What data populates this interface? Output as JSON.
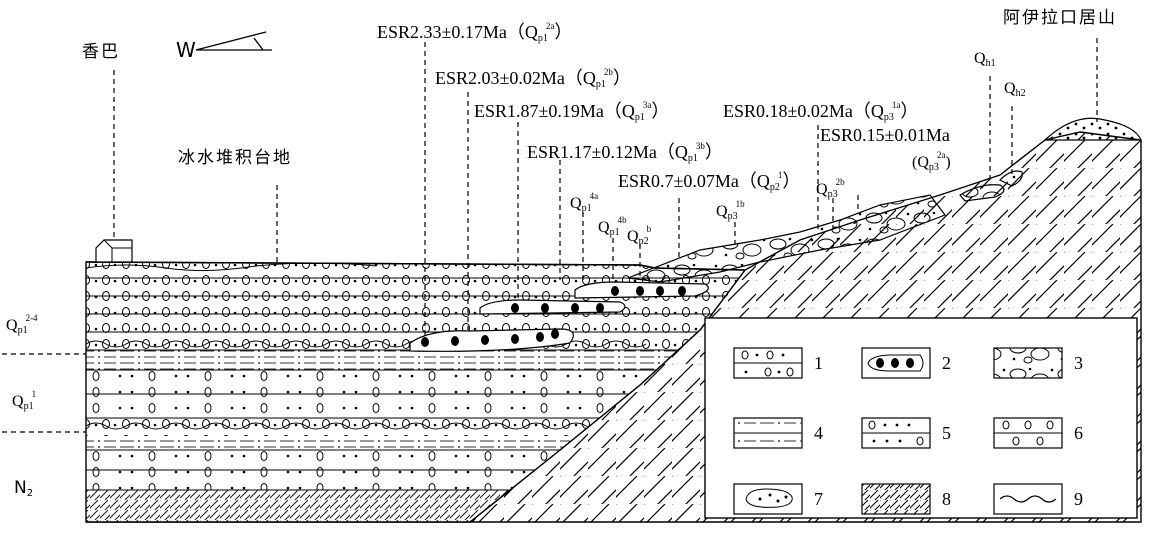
{
  "place_labels": {
    "xiangba": "香巴",
    "ayilakou": "阿伊拉口居山",
    "terrace": "冰水堆积台地"
  },
  "direction": {
    "label": "W"
  },
  "esr_ages": [
    {
      "text": "ESR2.33±0.17Ma（Q",
      "sub": "p1",
      "sup": "2a",
      "close": "）"
    },
    {
      "text": "ESR2.03±0.02Ma（Q",
      "sub": "p1",
      "sup": "2b",
      "close": "）"
    },
    {
      "text": "ESR1.87±0.19Ma（Q",
      "sub": "p1",
      "sup": "3a",
      "close": "）"
    },
    {
      "text": "ESR0.18±0.02Ma（Q",
      "sub": "p3",
      "sup": "1a",
      "close": "）"
    },
    {
      "text": "ESR1.17±0.12Ma（Q",
      "sub": "p1",
      "sup": "3b",
      "close": "）"
    },
    {
      "text": "ESR0.15±0.01Ma",
      "sub": "",
      "sup": "",
      "close": ""
    },
    {
      "text": "ESR0.7±0.07Ma（Q",
      "sub": "p2",
      "sup": "1",
      "close": "）"
    }
  ],
  "q_labels": [
    {
      "base": "Q",
      "sub": "p1",
      "sup": "4a"
    },
    {
      "base": "Q",
      "sub": "p1",
      "sup": "4b"
    },
    {
      "base": "Q",
      "sub": "p2",
      "sup": "b"
    },
    {
      "base": "Q",
      "sub": "p3",
      "sup": "1b"
    },
    {
      "base": "Q",
      "sub": "p3",
      "sup": "2b"
    },
    {
      "base": "(Q",
      "sub": "p3",
      "sup": "2a",
      "close": ")"
    },
    {
      "base": "Q",
      "sub": "h1",
      "sup": ""
    },
    {
      "base": "Q",
      "sub": "h2",
      "sup": ""
    }
  ],
  "strata_labels": [
    {
      "base": "Q",
      "sub": "p1",
      "sup": "2-4"
    },
    {
      "base": "Q",
      "sub": "p1",
      "sup": "1"
    },
    {
      "base": "N",
      "sub": "2",
      "sup": ""
    }
  ],
  "legend": [
    {
      "num": "1",
      "pattern": "gravel-dots"
    },
    {
      "num": "2",
      "pattern": "black-lens"
    },
    {
      "num": "3",
      "pattern": "boulders"
    },
    {
      "num": "4",
      "pattern": "dash-dot-lines"
    },
    {
      "num": "5",
      "pattern": "sand-gravel"
    },
    {
      "num": "6",
      "pattern": "pebbles"
    },
    {
      "num": "7",
      "pattern": "lens"
    },
    {
      "num": "8",
      "pattern": "bedrock-hatch"
    },
    {
      "num": "9",
      "pattern": "unconformity"
    }
  ]
}
